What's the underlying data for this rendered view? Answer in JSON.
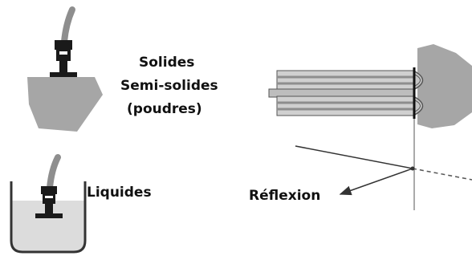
{
  "labels": {
    "solides": "Solides",
    "semi_solides": "Semi-solides",
    "poudres": "(poudres)",
    "liquides": "Liquides",
    "reflexion": "Réflexion"
  },
  "colors": {
    "sample_gray": "#a6a6a6",
    "probe_dark": "#1a1a1a",
    "fiber_light": "#d0d0d0",
    "fiber_mid": "#8e8e8e",
    "liquid_fill": "#dcdcdc",
    "line": "#333333"
  },
  "icons": {
    "probe_solid": "probe-icon",
    "probe_liquid": "probe-icon",
    "beaker": "beaker-icon",
    "fiber_bundle": "fiber-optic-icon",
    "reflection_arrow": "arrow-icon"
  }
}
